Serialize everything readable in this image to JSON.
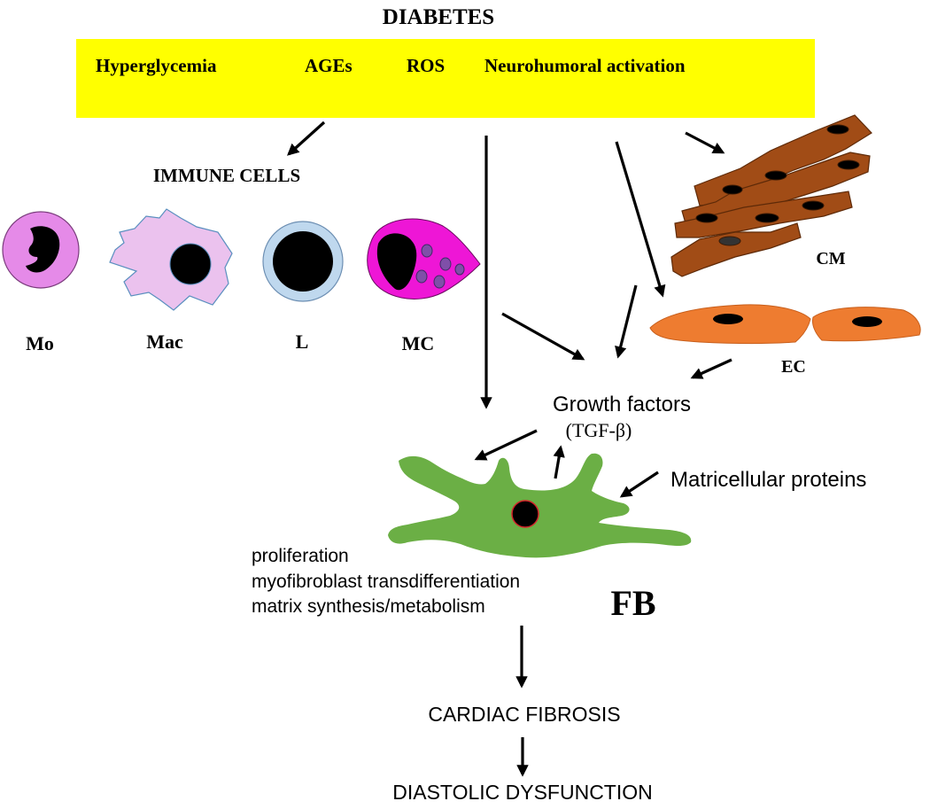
{
  "title": "DIABETES",
  "factors_box": {
    "fill": "#FFFF00",
    "items": [
      "Hyperglycemia",
      "AGEs",
      "ROS",
      "Neurohumoral activation"
    ]
  },
  "immune_cells": {
    "heading": "IMMUNE CELLS",
    "cells": [
      {
        "label": "Mo",
        "color": "#E58AE8"
      },
      {
        "label": "Mac",
        "color": "#EBC2EE"
      },
      {
        "label": "L",
        "color": "#BFD8EE"
      },
      {
        "label": "MC",
        "color": "#EE16D6"
      }
    ]
  },
  "cardiomyocytes": {
    "label": "CM",
    "color": "#A14C16"
  },
  "endothelial": {
    "label": "EC",
    "color": "#EE7C30"
  },
  "growth_factors": {
    "label": "Growth factors",
    "sublabel": "(TGF-β)"
  },
  "matricellular": {
    "label": "Matricellular proteins"
  },
  "fibroblast": {
    "label": "FB",
    "color": "#6BAF45",
    "processes": [
      "proliferation",
      "myofibroblast transdifferentiation",
      "matrix synthesis/metabolism"
    ]
  },
  "outcomes": [
    "CARDIAC FIBROSIS",
    "DIASTOLIC DYSFUNCTION"
  ]
}
